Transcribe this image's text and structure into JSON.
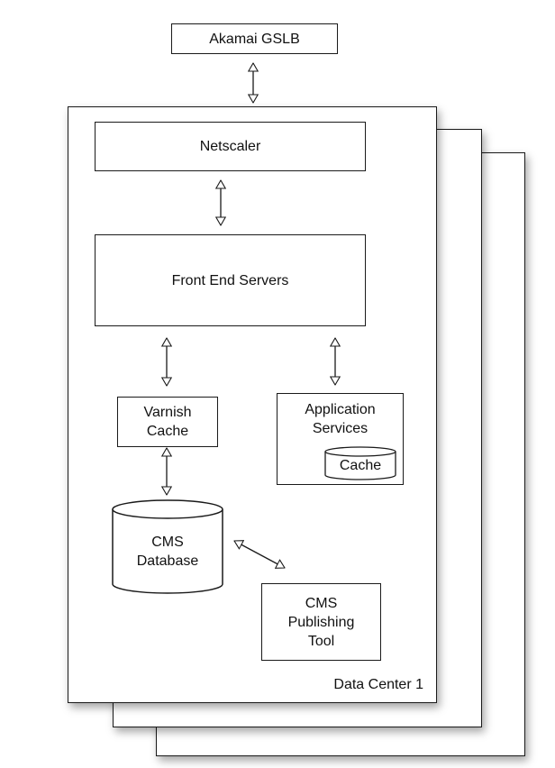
{
  "nodes": {
    "akamai": "Akamai GSLB",
    "netscaler": "Netscaler",
    "front_end": "Front End Servers",
    "varnish": "Varnish\nCache",
    "app_services": "Application\nServices",
    "cache": "Cache",
    "cms_database": "CMS\nDatabase",
    "cms_publishing": "CMS\nPublishing\nTool"
  },
  "data_center_label": "Data Center 1",
  "edges": [
    {
      "from": "akamai",
      "to": "netscaler",
      "direction": "both"
    },
    {
      "from": "netscaler",
      "to": "front_end",
      "direction": "both"
    },
    {
      "from": "front_end",
      "to": "varnish",
      "direction": "both"
    },
    {
      "from": "front_end",
      "to": "app_services",
      "direction": "both"
    },
    {
      "from": "varnish",
      "to": "cms_database",
      "direction": "both"
    },
    {
      "from": "cms_database",
      "to": "cms_publishing",
      "direction": "both"
    }
  ]
}
